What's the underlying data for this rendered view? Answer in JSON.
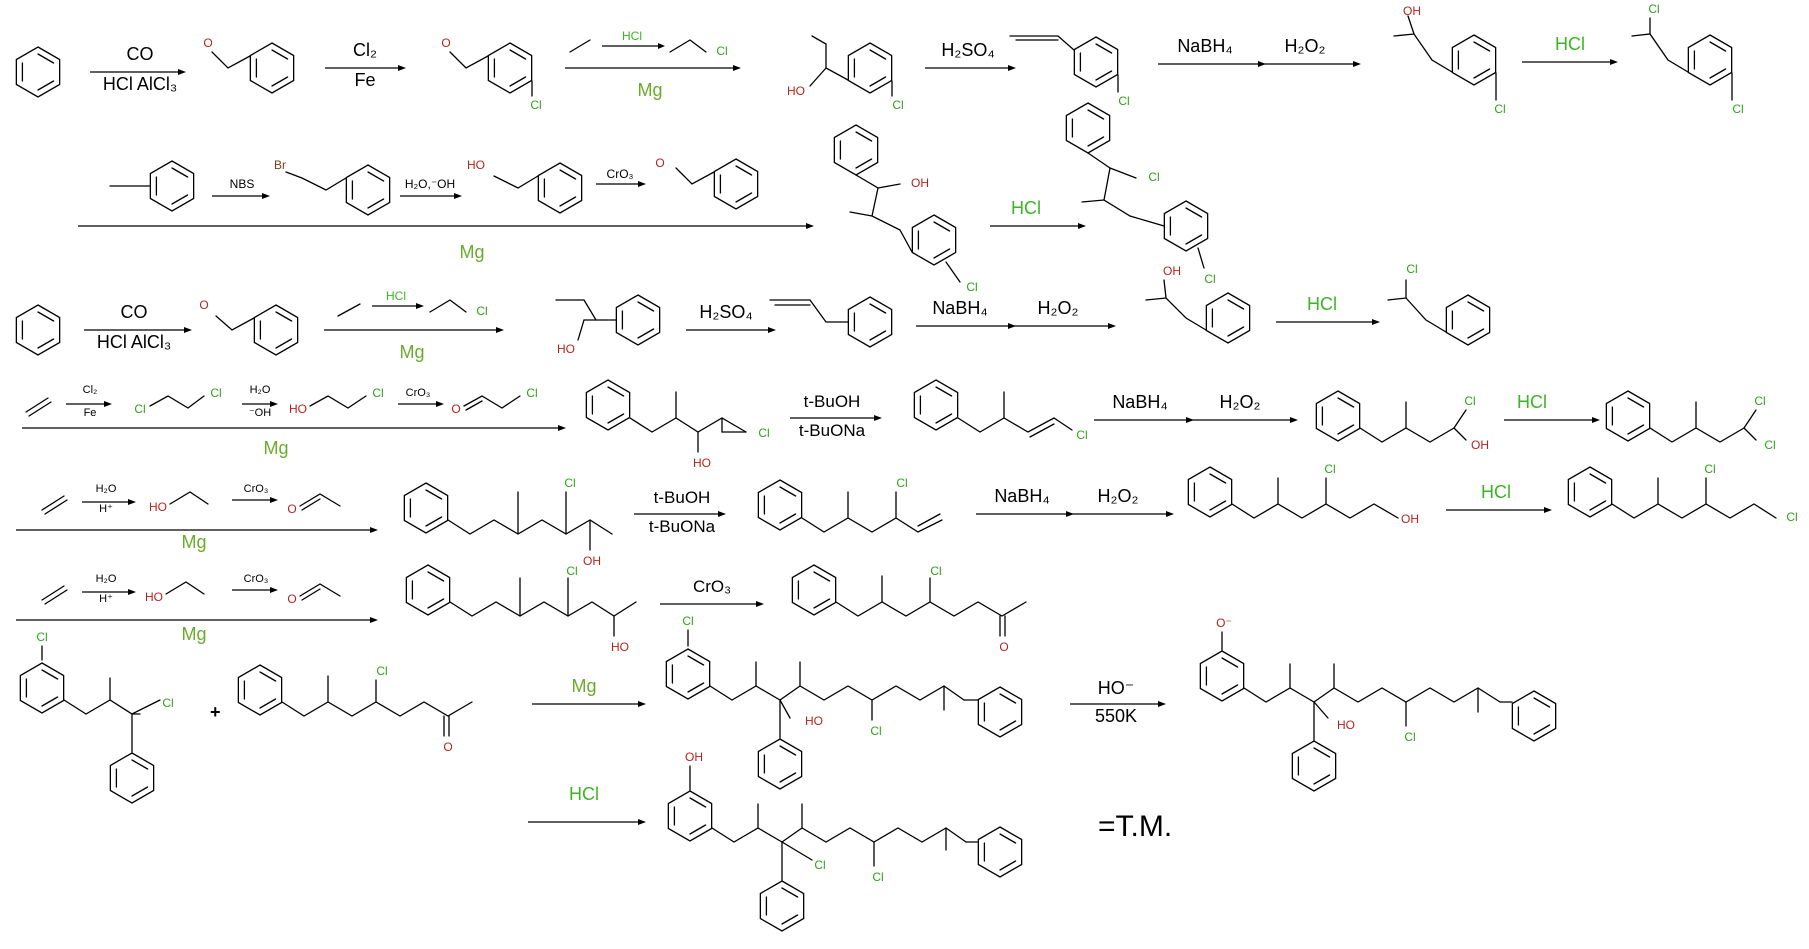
{
  "colors": {
    "cl": "#2ea31a",
    "o": "#b5241d",
    "br": "#8a3b1b",
    "mg": "#6aab2c",
    "hcl": "#3bb525",
    "text": "#000000"
  },
  "labels": {
    "co": "CO",
    "hcl_alcl3": "HCl AlCl₃",
    "cl2": "Cl₂",
    "fe": "Fe",
    "hcl": "HCl",
    "mg": "Mg",
    "h2so4": "H₂SO₄",
    "nabh4": "NaBH₄",
    "h2o2": "H₂O₂",
    "nbs": "NBS",
    "h2o_oh": "H₂O,⁻OH",
    "cro3": "CrO₃",
    "h2o": "H₂O",
    "oh_minus": "⁻OH",
    "hplus": "H⁺",
    "tbuoh": "t-BuOH",
    "tbuona": "t-BuONa",
    "ho_minus": "HO⁻",
    "temp_550k": "550K",
    "tm": "=T.M."
  },
  "atoms": {
    "cl": "Cl",
    "o": "O",
    "oh": "OH",
    "ho": "HO",
    "br": "Br",
    "o_minus": "O⁻"
  }
}
